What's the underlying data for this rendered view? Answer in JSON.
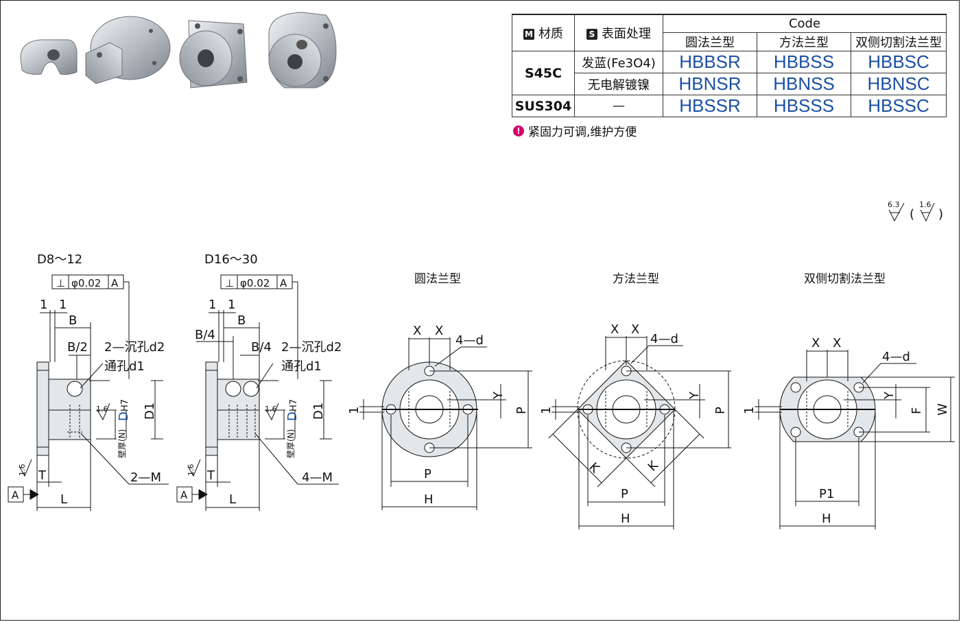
{
  "table": {
    "material_label": "材质",
    "material_badge": "M",
    "surface_label": "表面处理",
    "surface_badge": "S",
    "code_label": "Code",
    "col_round": "圆法兰型",
    "col_square": "方法兰型",
    "col_double_cut": "双侧切割法兰型",
    "rows": [
      {
        "material": "S45C",
        "surface": "发蓝(Fe3O4)",
        "codes": [
          "HBBSR",
          "HBBSS",
          "HBBSC"
        ]
      },
      {
        "material": "",
        "surface": "无电解镀镍",
        "codes": [
          "HBNSR",
          "HBNSS",
          "HBNSC"
        ]
      },
      {
        "material": "SUS304",
        "surface": "—",
        "codes": [
          "HBSSR",
          "HBSSS",
          "HBSSC"
        ]
      }
    ]
  },
  "note": {
    "icon": "!",
    "text": "紧固力可调,维护方便"
  },
  "roughness": {
    "main": "6.3",
    "other": "1.6"
  },
  "drawings": {
    "side1_title": "D8～12",
    "side2_title": "D16～30",
    "tolerance": "φ0.02",
    "datum": "A",
    "perp": "⊥",
    "dim_1": "1",
    "dim_B": "B",
    "dim_B2": "B/2",
    "dim_B4": "B/4",
    "counterbore": "2—沉孔d2",
    "through_hole": "通孔d1",
    "bore": "D",
    "bore_fit": "H7",
    "D1": "D1",
    "thickness": "壁厚(N)",
    "finish": "1.6",
    "T": "T",
    "L": "L",
    "M2": "2—M",
    "M4": "4—M",
    "round_title": "圆法兰型",
    "square_title": "方法兰型",
    "double_cut_title": "双侧切割法兰型",
    "X": "X",
    "d4": "4—d",
    "Y": "Y",
    "P": "P",
    "H": "H",
    "K": "K",
    "P1": "P1",
    "F": "F",
    "W": "W"
  }
}
